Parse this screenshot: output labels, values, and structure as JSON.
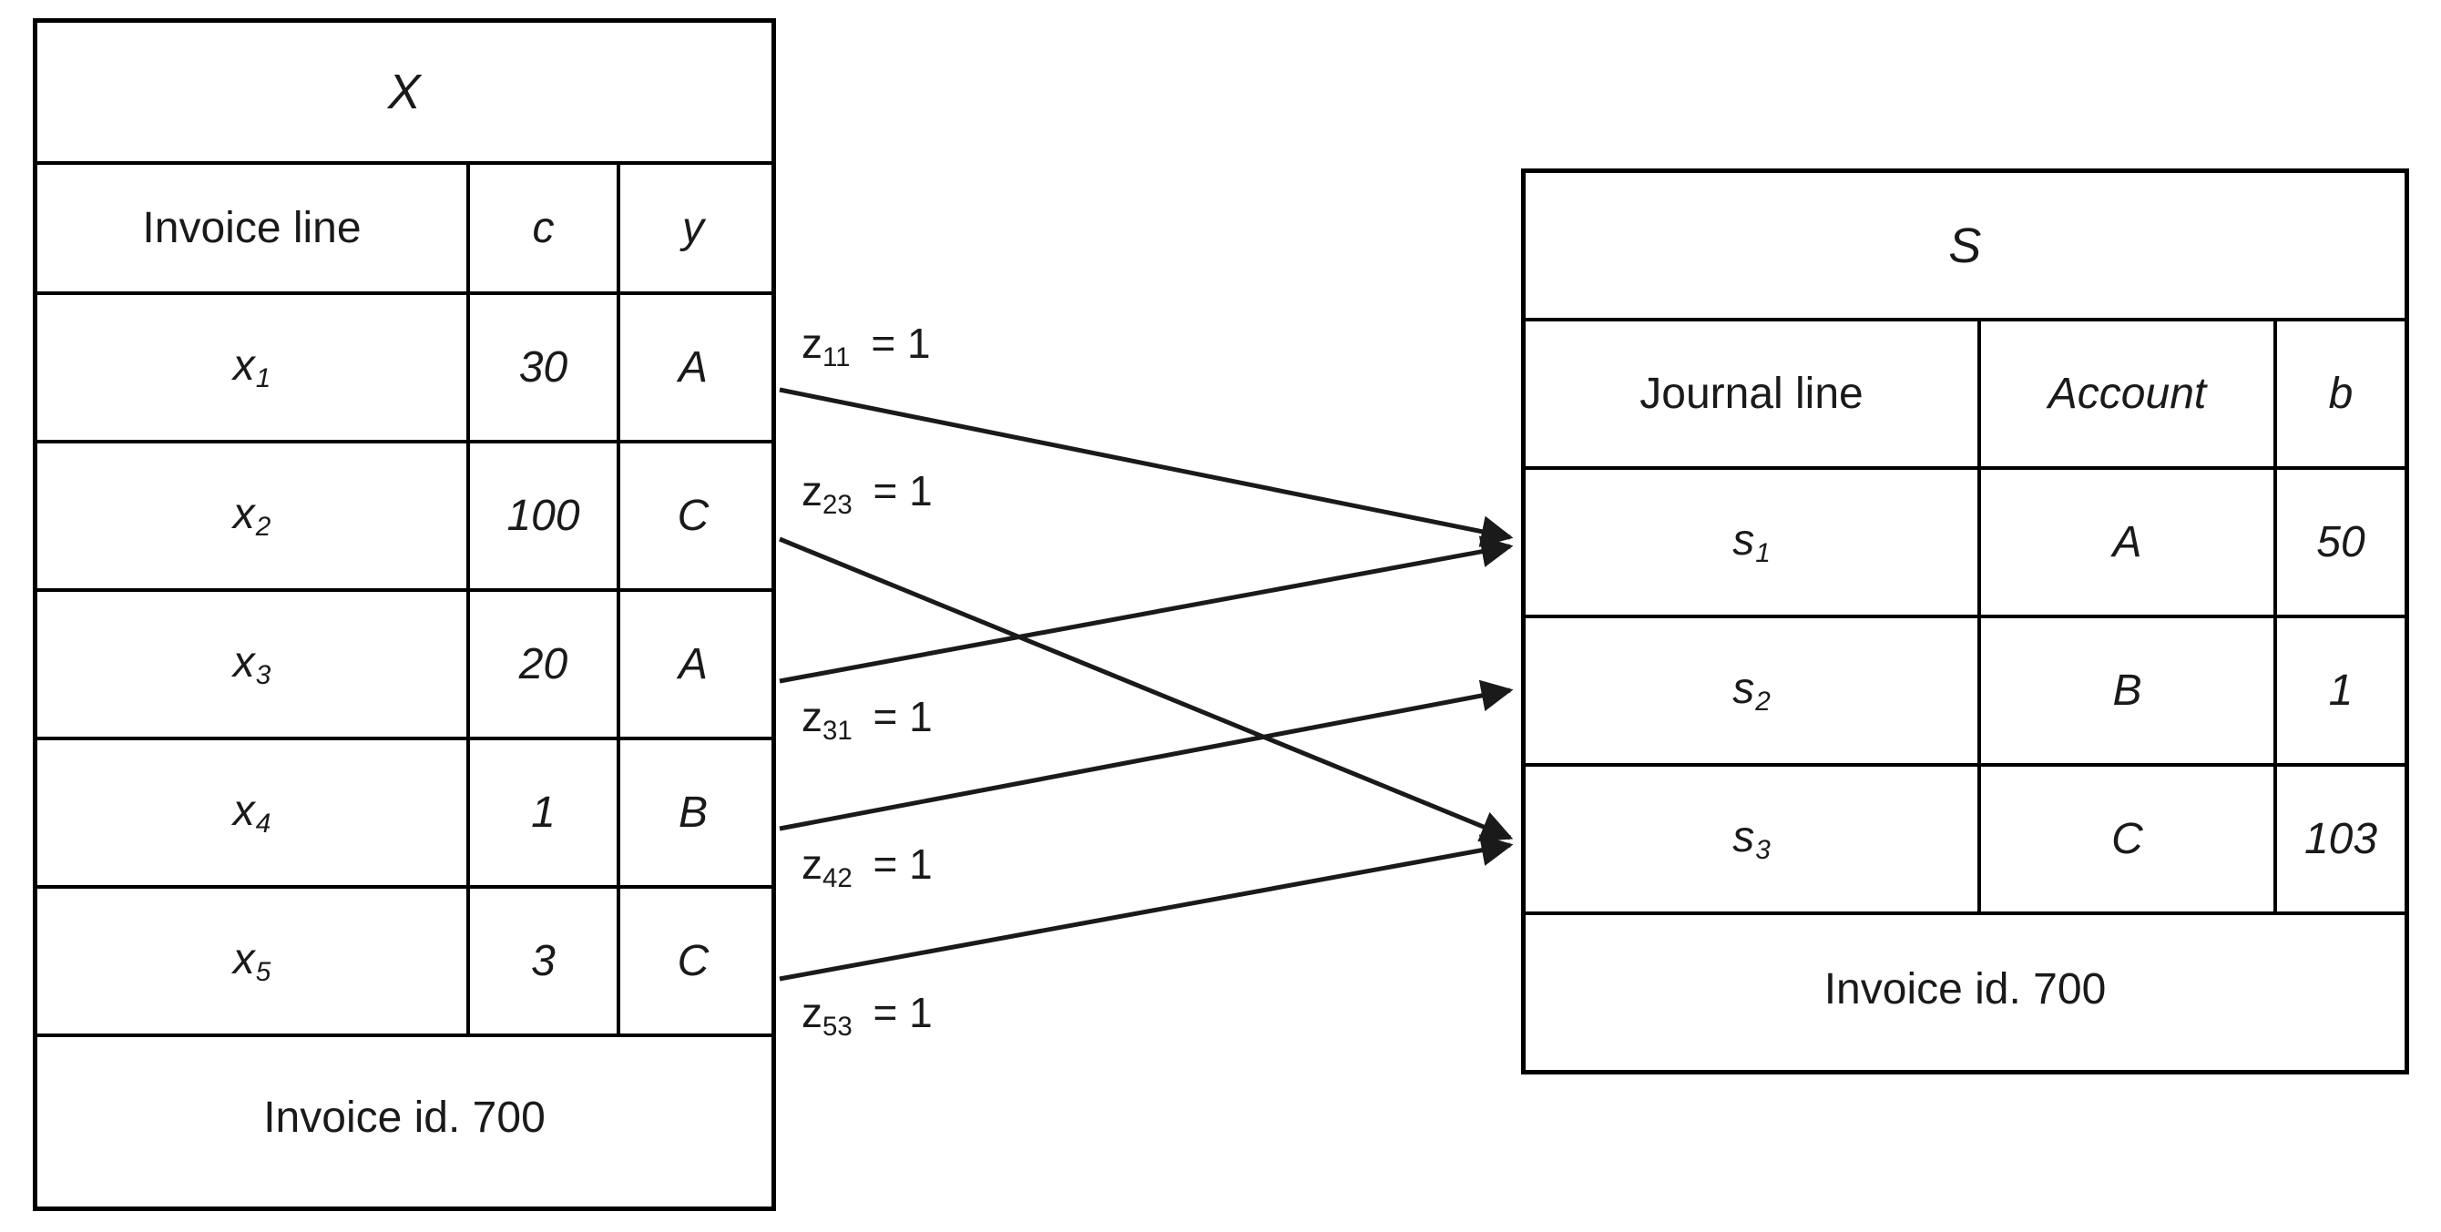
{
  "diagram": {
    "title_left": "X",
    "title_right": "S"
  },
  "left_table": {
    "name": "X",
    "headers": [
      "Invoice line",
      "c",
      "y"
    ],
    "rows": [
      {
        "line": "x",
        "index": "1",
        "c": "30",
        "y": "A"
      },
      {
        "line": "x",
        "index": "2",
        "c": "100",
        "y": "C"
      },
      {
        "line": "x",
        "index": "3",
        "c": "20",
        "y": "A"
      },
      {
        "line": "x",
        "index": "4",
        "c": "1",
        "y": "B"
      },
      {
        "line": "x",
        "index": "5",
        "c": "3",
        "y": "C"
      }
    ],
    "footer": "Invoice id. 700"
  },
  "right_table": {
    "name": "S",
    "headers": [
      "Journal line",
      "Account",
      "b"
    ],
    "rows": [
      {
        "line": "s",
        "index": "1",
        "account": "A",
        "b": "50"
      },
      {
        "line": "s",
        "index": "2",
        "account": "B",
        "b": "1"
      },
      {
        "line": "s",
        "index": "3",
        "account": "C",
        "b": "103"
      }
    ],
    "footer": "Invoice id. 700"
  },
  "edges": [
    {
      "var": "z",
      "sub": "11",
      "eq": "= 1",
      "from": "x1",
      "to": "s1"
    },
    {
      "var": "z",
      "sub": "23",
      "eq": "= 1",
      "from": "x2",
      "to": "s3"
    },
    {
      "var": "z",
      "sub": "31",
      "eq": "= 1",
      "from": "x3",
      "to": "s1"
    },
    {
      "var": "z",
      "sub": "42",
      "eq": "= 1",
      "from": "x4",
      "to": "s2"
    },
    {
      "var": "z",
      "sub": "53",
      "eq": "= 1",
      "from": "x5",
      "to": "s3"
    }
  ],
  "style": {
    "line_color": "#1a1a1a",
    "border_color": "#000000",
    "background": "#ffffff"
  }
}
